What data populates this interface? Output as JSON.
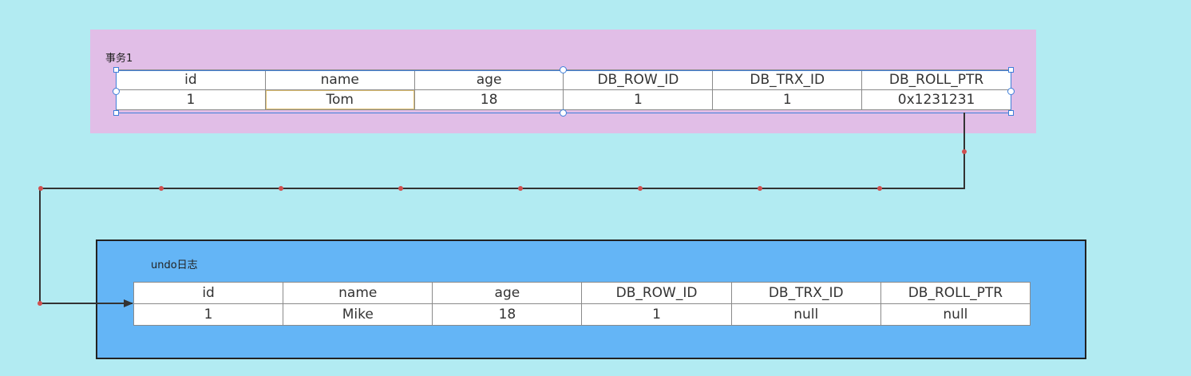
{
  "transaction": {
    "title": "事务1",
    "headers": [
      "id",
      "name",
      "age",
      "DB_ROW_ID",
      "DB_TRX_ID",
      "DB_ROLL_PTR"
    ],
    "row": [
      "1",
      "Tom",
      "18",
      "1",
      "1",
      "0x1231231"
    ]
  },
  "undo_log": {
    "title": "undo日志",
    "headers": [
      "id",
      "name",
      "age",
      "DB_ROW_ID",
      "DB_TRX_ID",
      "DB_ROLL_PTR"
    ],
    "row": [
      "1",
      "Mike",
      "18",
      "1",
      "null",
      "null"
    ]
  },
  "colors": {
    "background": "#b2ebf2",
    "transaction_panel": "#e1bee7",
    "undo_panel": "#64b5f6",
    "connector_line": "#333333",
    "connector_points": "#d05050",
    "selection": "#3f7fd9"
  }
}
